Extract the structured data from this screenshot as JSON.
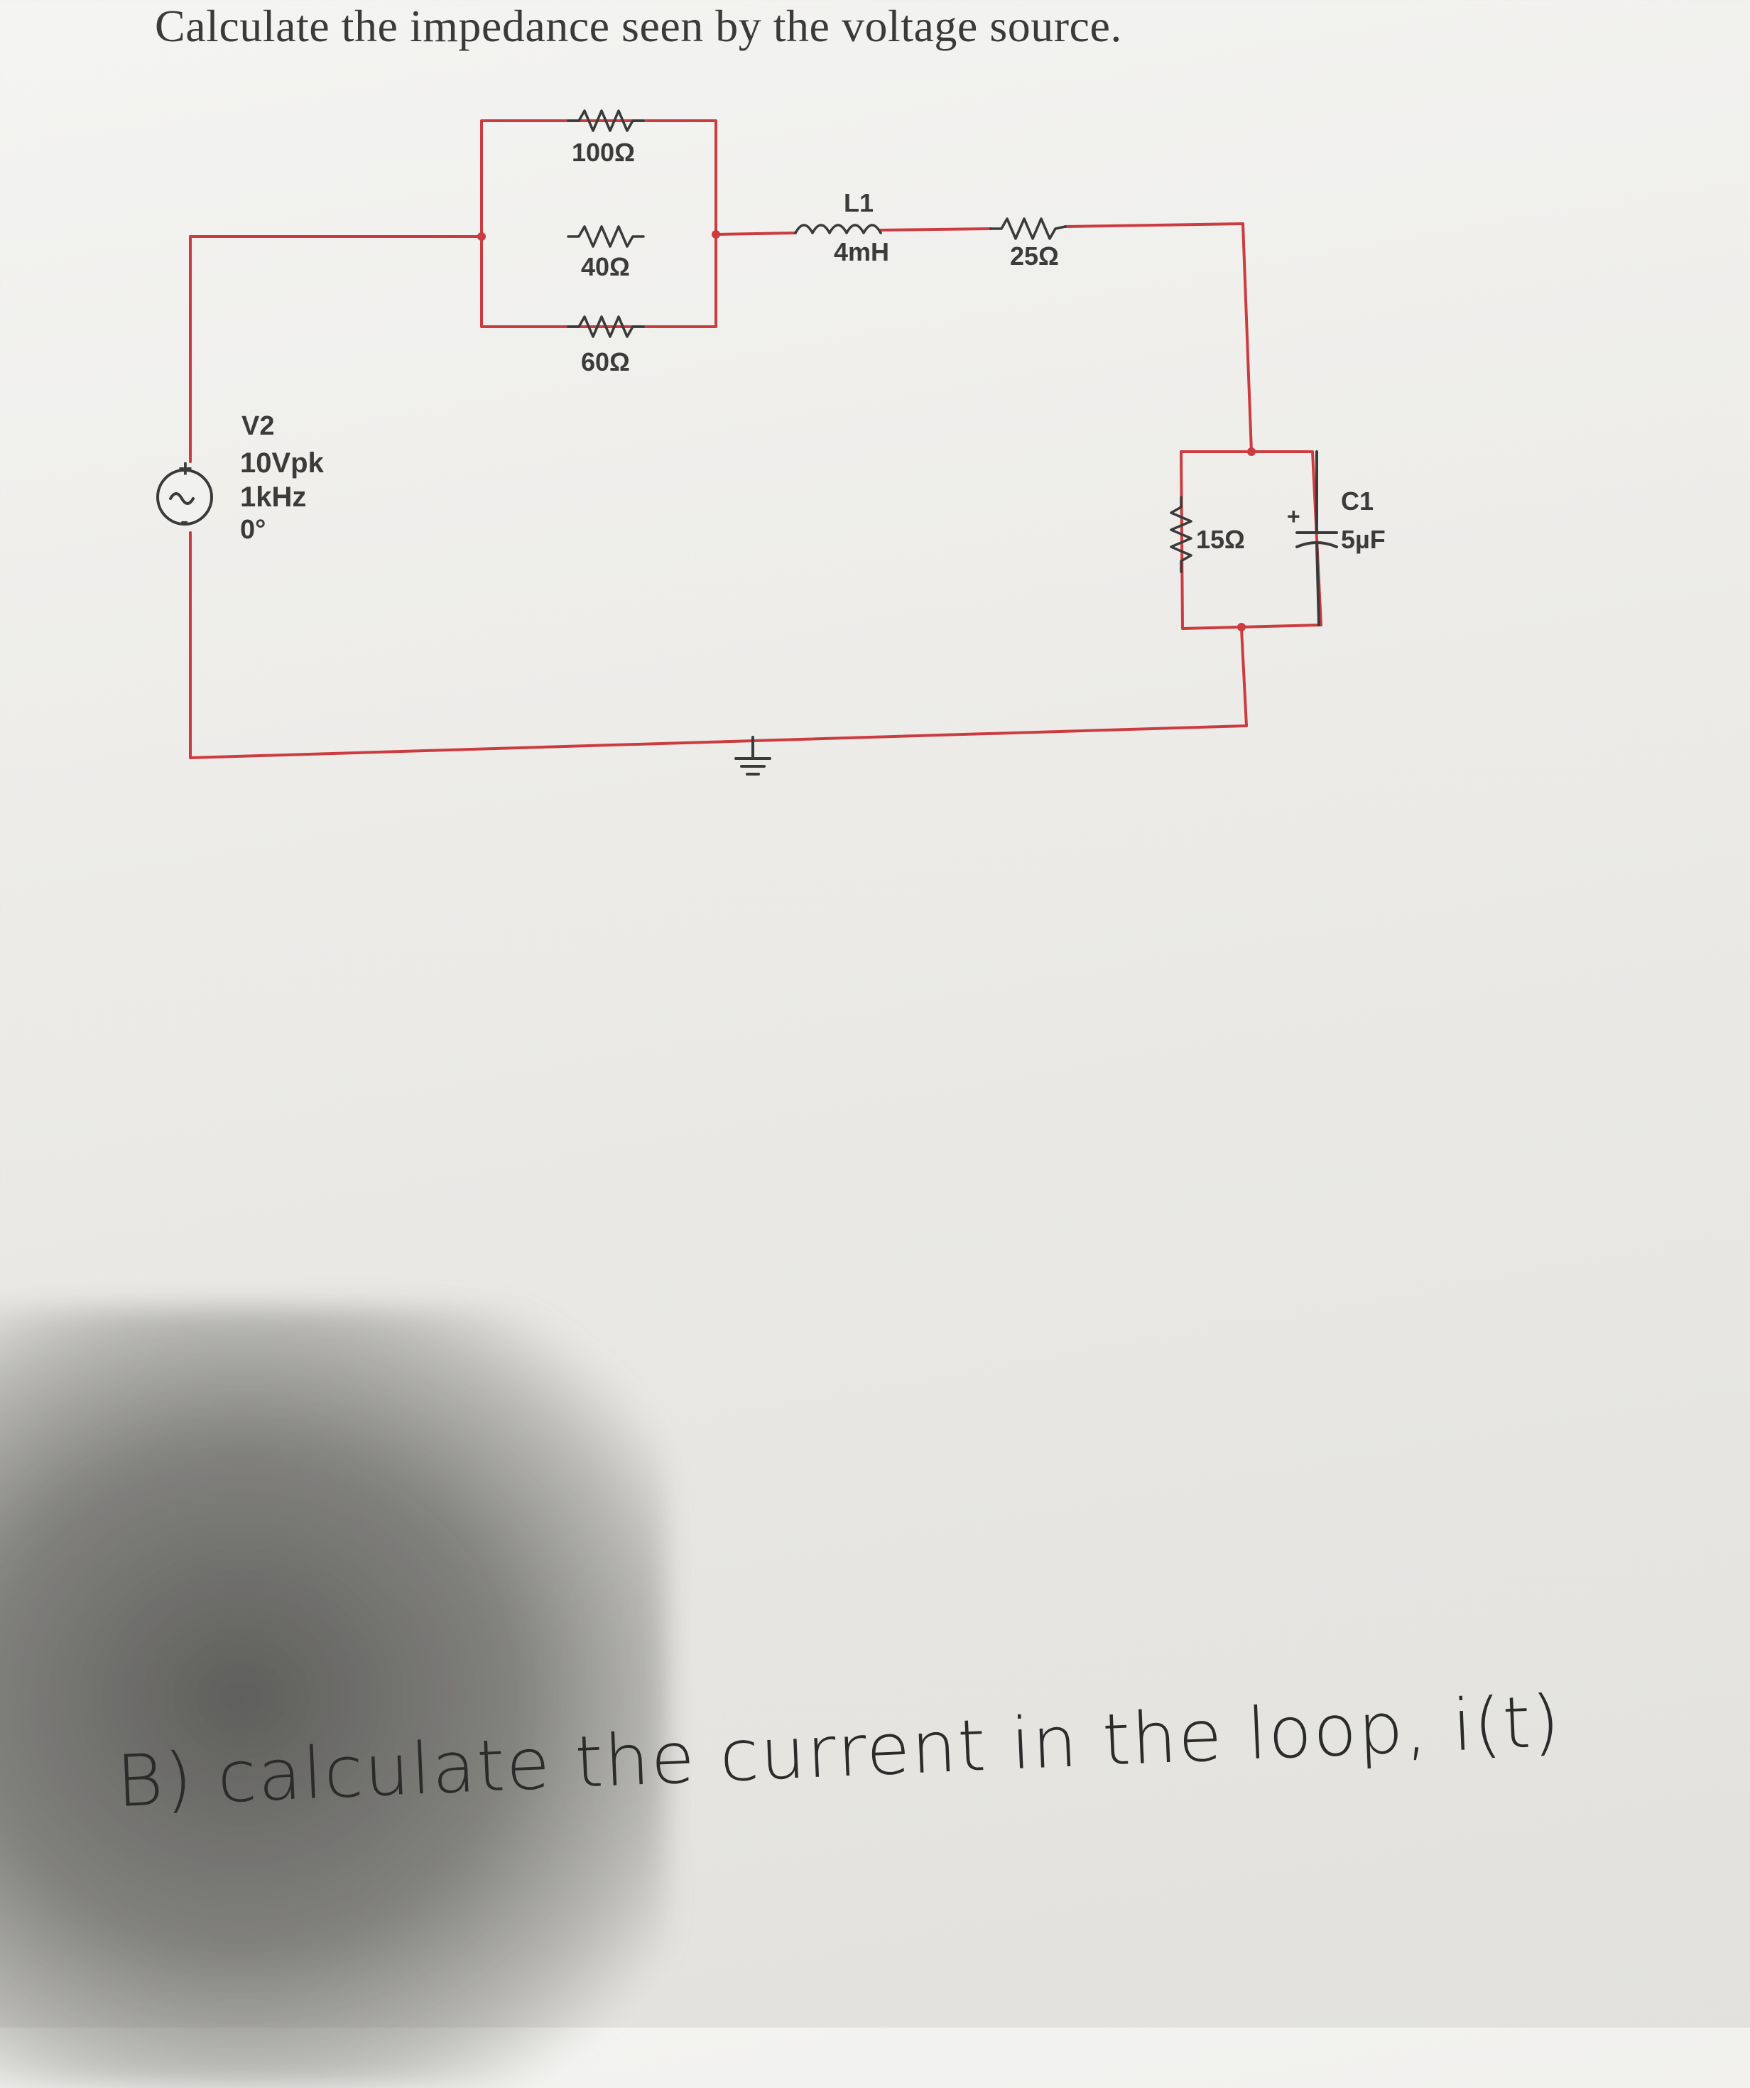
{
  "question": "Calculate the impedance seen by the voltage source.",
  "source": {
    "name": "V2",
    "amplitude": "10Vpk",
    "frequency": "1kHz",
    "phase": "0°",
    "plus": "+",
    "minus": "-"
  },
  "parallel_resistors": [
    "100Ω",
    "40Ω",
    "60Ω"
  ],
  "inductor": {
    "name": "L1",
    "value": "4mH"
  },
  "series_resistor": "25Ω",
  "shunt_resistor": "15Ω",
  "capacitor": {
    "name": "C1",
    "value": "5µF",
    "plus": "+"
  },
  "handwritten_note": "B) calculate the current in the loop, i(t)",
  "colors": {
    "wire": "#cc3b3f",
    "component": "#3a3a3a",
    "text": "#3b3b3b"
  }
}
